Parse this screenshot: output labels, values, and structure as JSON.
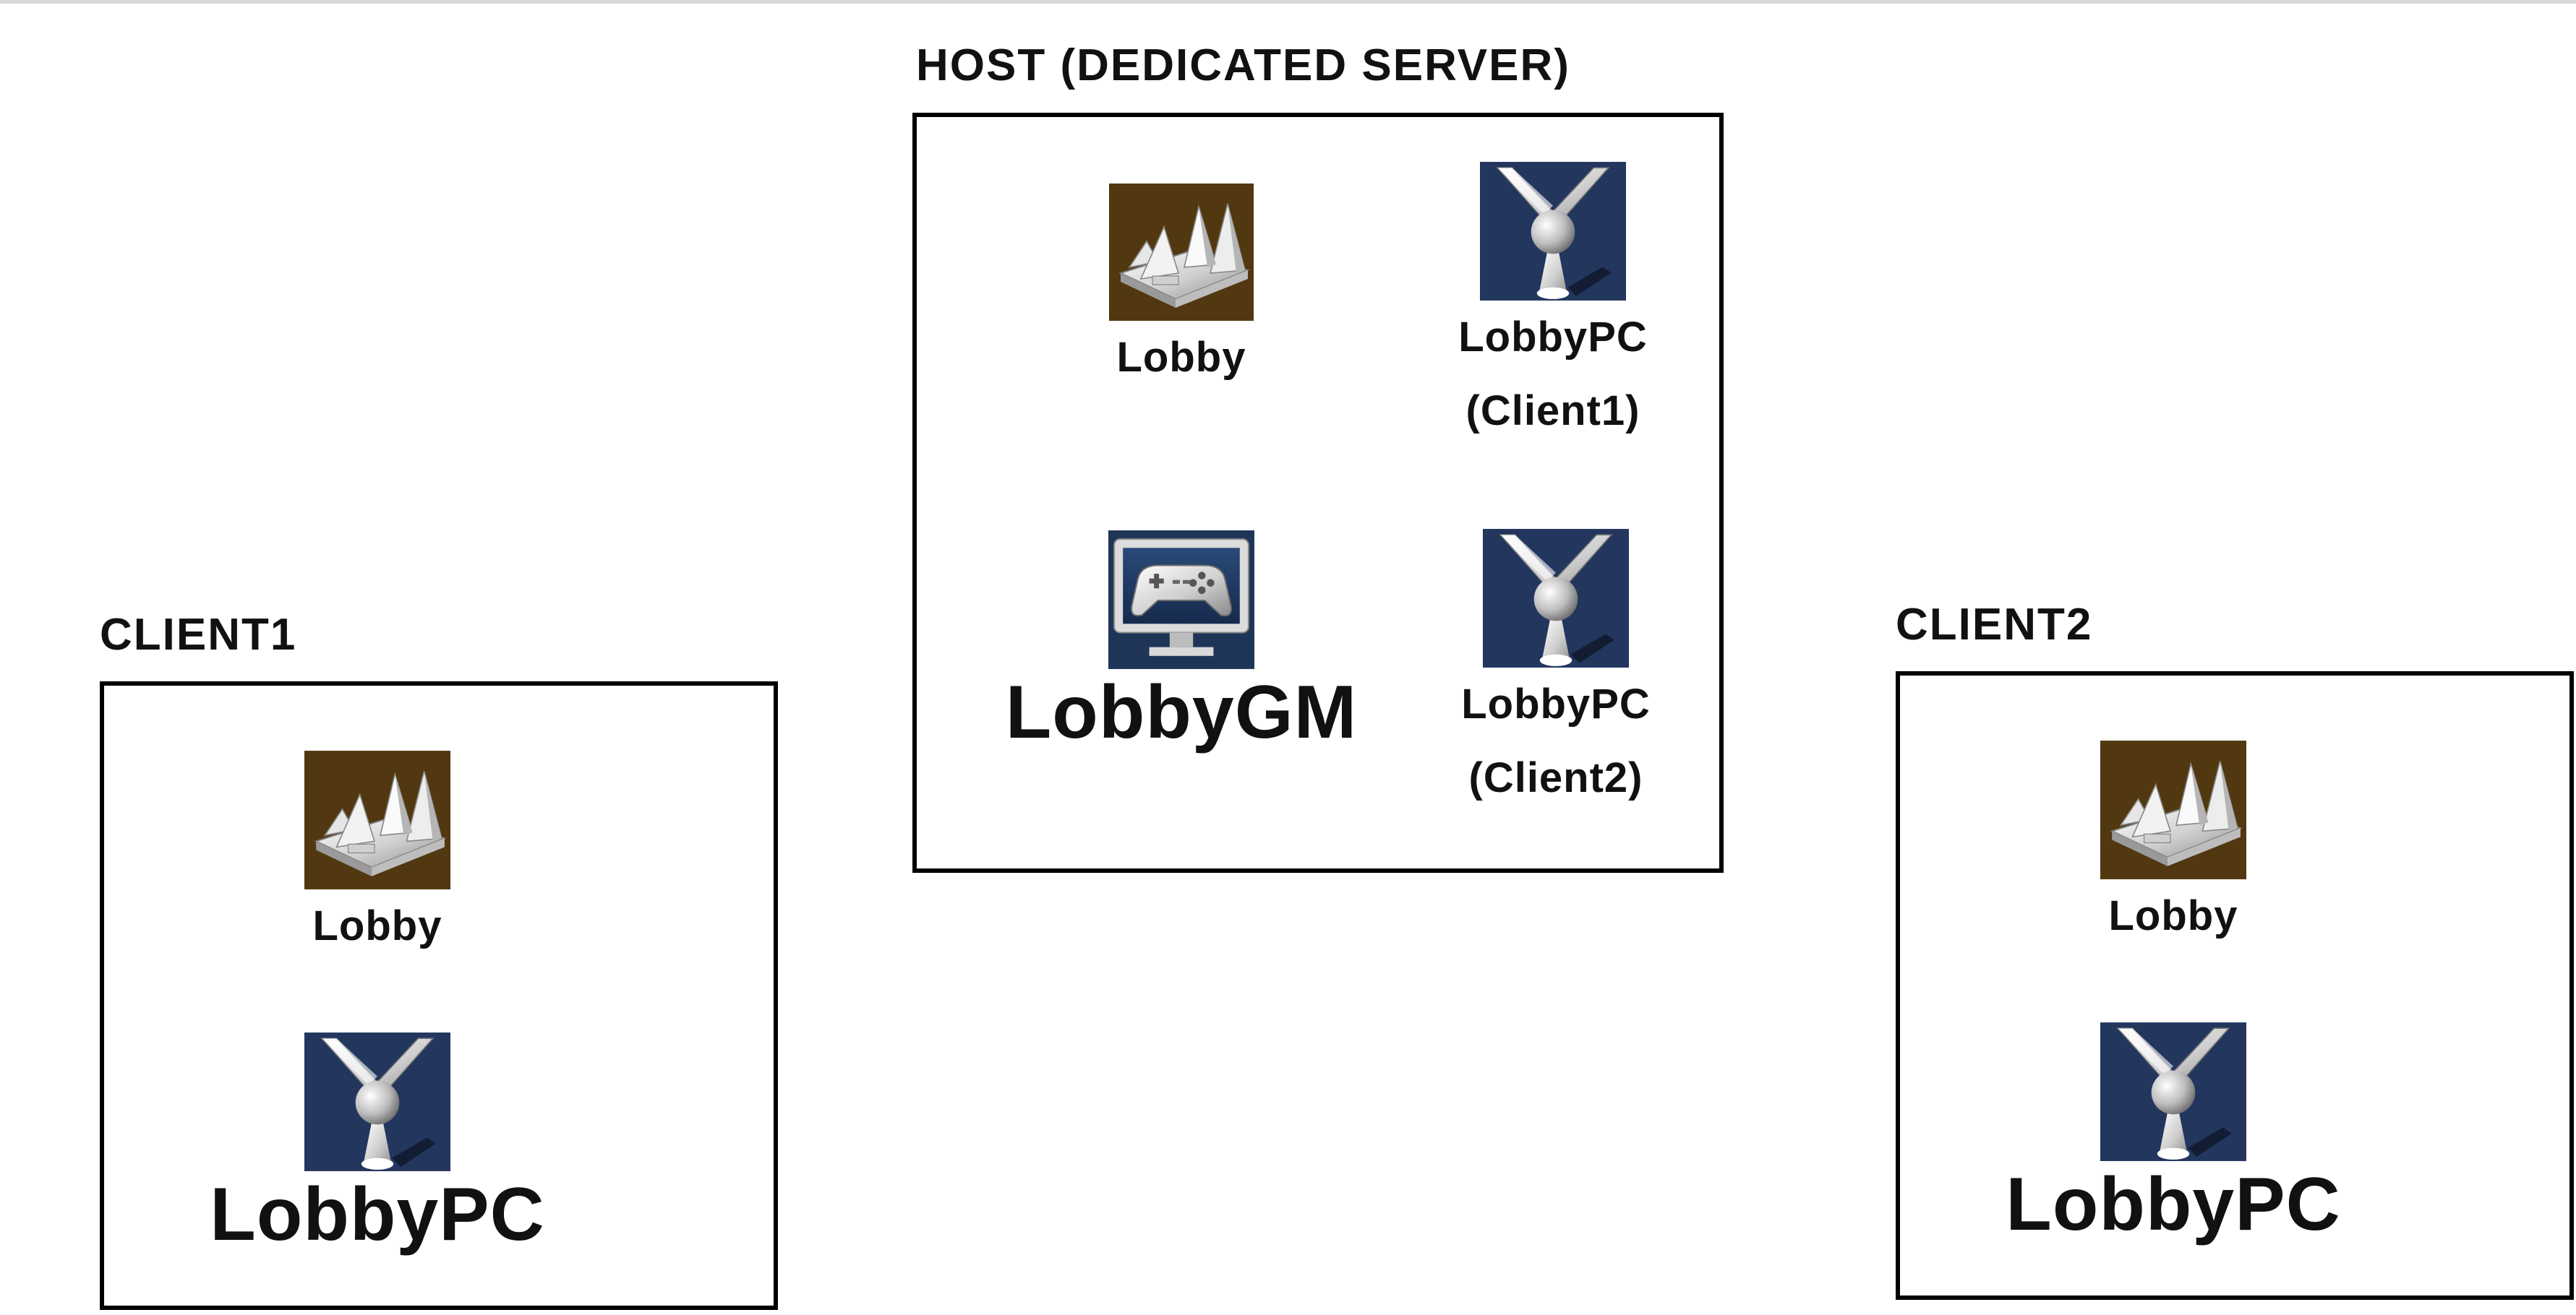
{
  "host": {
    "title": "HOST (DEDICATED SERVER)",
    "items": [
      {
        "label": "Lobby",
        "icon": "level-map-icon"
      },
      {
        "label": "LobbyPC",
        "sublabel": "(Client1)",
        "icon": "player-controller-icon"
      },
      {
        "label": "LobbyGM",
        "icon": "game-mode-icon"
      },
      {
        "label": "LobbyPC",
        "sublabel": "(Client2)",
        "icon": "player-controller-icon"
      }
    ]
  },
  "client1": {
    "title": "CLIENT1",
    "items": [
      {
        "label": "Lobby",
        "icon": "level-map-icon"
      },
      {
        "label": "LobbyPC",
        "icon": "player-controller-icon"
      }
    ]
  },
  "client2": {
    "title": "CLIENT2",
    "items": [
      {
        "label": "Lobby",
        "icon": "level-map-icon"
      },
      {
        "label": "LobbyPC",
        "icon": "player-controller-icon"
      }
    ]
  },
  "colors": {
    "level_icon_bg": "#5a3d12",
    "controller_icon_bg": "#22365e",
    "gamemode_icon_bg": "#1f3558",
    "border": "#000000"
  }
}
